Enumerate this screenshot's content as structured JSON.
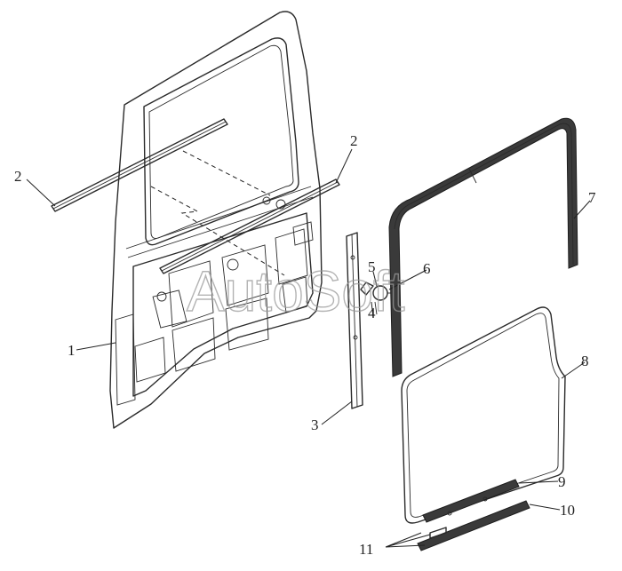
{
  "watermark": "AutoSoft",
  "callouts": {
    "c1": "1",
    "c2a": "2",
    "c2b": "2",
    "c3": "3",
    "c4": "4",
    "c5": "5",
    "c6": "6",
    "c7": "7",
    "c8": "8",
    "c9": "9",
    "c10": "10",
    "c11": "11"
  }
}
